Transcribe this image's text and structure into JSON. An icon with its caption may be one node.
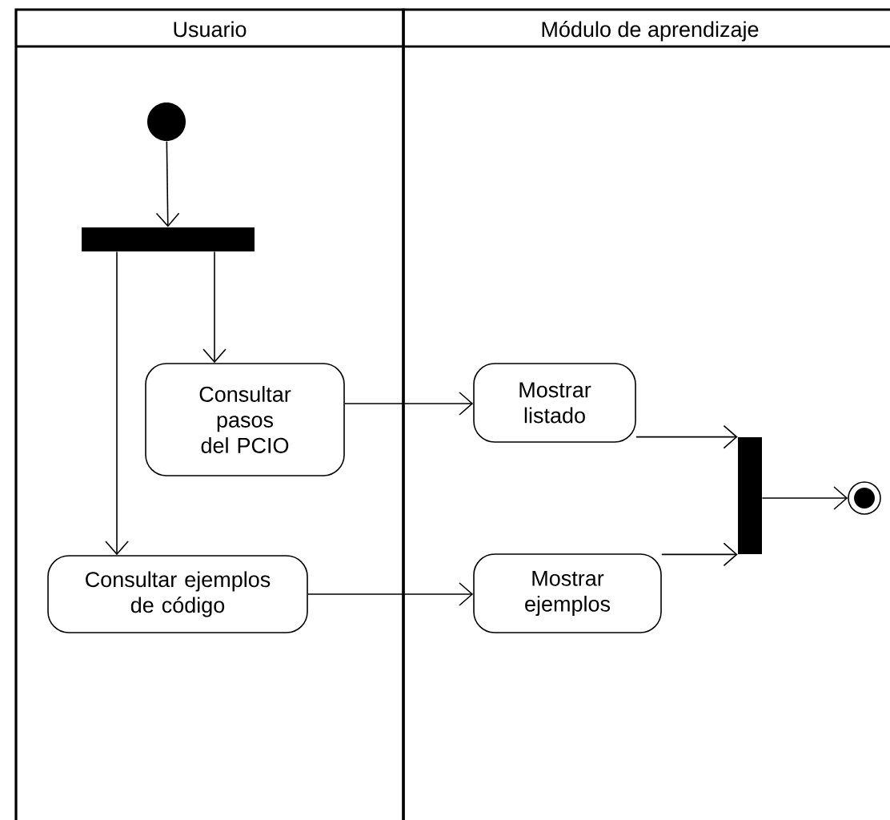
{
  "diagram": {
    "nodes": [
      {
        "text": [
          "Usuario"
        ]
      },
      {
        "text": [
          "Módulo de aprendizaje"
        ]
      },
      {
        "text": [],
        "shape": "circle",
        "in": 0
      },
      {
        "text": [],
        "shape": "bar",
        "in": 0
      },
      {
        "text": [
          "Consultar pasos del PCIO"
        ],
        "in": 0
      },
      {
        "text": [
          "Consultar ejemplos de código"
        ],
        "in": 0
      },
      {
        "text": [
          "Mostrar listado"
        ],
        "in": 1
      },
      {
        "text": [
          "Mostrar ejemplos"
        ],
        "in": 1
      },
      {
        "text": [],
        "shape": "bar",
        "in": 1
      },
      {
        "text": [],
        "shape": "circle",
        "in": 1
      }
    ],
    "edges": [
      {
        "from": 2,
        "to": 3,
        "arrow": "to"
      },
      {
        "from": 3,
        "to": 4,
        "arrow": "to"
      },
      {
        "from": 3,
        "to": 5,
        "arrow": "to"
      },
      {
        "from": 4,
        "to": 6,
        "arrow": "to"
      },
      {
        "from": 5,
        "to": 7,
        "arrow": "to"
      },
      {
        "from": 6,
        "to": 8,
        "arrow": "to"
      },
      {
        "from": 7,
        "to": 8,
        "arrow": "to"
      },
      {
        "from": 8,
        "to": 9,
        "arrow": "to"
      }
    ]
  }
}
